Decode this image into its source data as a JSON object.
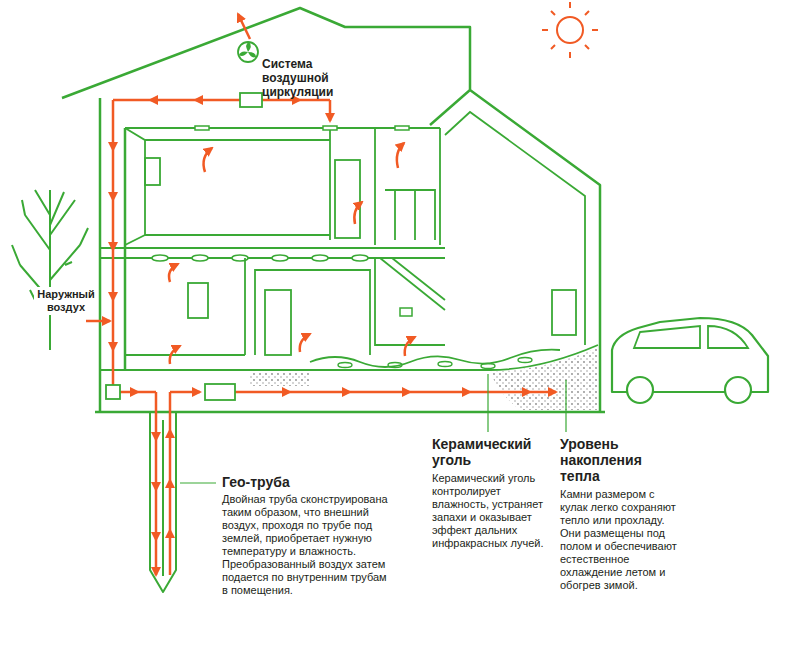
{
  "diagram": {
    "labels": [
      "Система воздушной циркуляции",
      "Наружный воздух",
      "Гео-труба",
      "Двойная труба сконструирована таким образом, что внешний воздух, проходя по трубе под землей, приобретает нужную температуру и влажность. Преобразованный воздух затем подается по внутренним трубам в помещения.",
      "Керамический уголь",
      "Керамический уголь контролирует влажность, устраняет запахи и оказывает эффект дальних инфракрасных лучей.",
      "Уровень накопления тепла",
      "Камни размером с кулак легко сохраняют тепло или прохладу. Они размещены под полом и обеспечивают естественное охлаждение летом и обогрев зимой."
    ]
  }
}
